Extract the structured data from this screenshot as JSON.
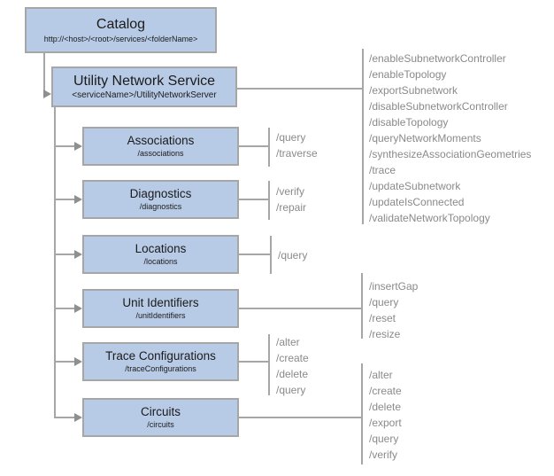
{
  "catalog": {
    "title": "Catalog",
    "subtitle": "http://<host>/<root>/services/<folderName>"
  },
  "service": {
    "title": "Utility Network Service",
    "subtitle": "<serviceName>/UtilityNetworkServer",
    "operations": [
      "/enableSubnetworkController",
      "/enableTopology",
      "/exportSubnetwork",
      "/disableSubnetworkController",
      "/disableTopology",
      "/queryNetworkMoments",
      "/synthesizeAssociationGeometries",
      "/trace",
      "/updateSubnetwork",
      "/updateIsConnected",
      "/validateNetworkTopology"
    ]
  },
  "resources": [
    {
      "title": "Associations",
      "subtitle": "/associations",
      "operations": [
        "/query",
        "/traverse"
      ]
    },
    {
      "title": "Diagnostics",
      "subtitle": "/diagnostics",
      "operations": [
        "/verify",
        "/repair"
      ]
    },
    {
      "title": "Locations",
      "subtitle": "/locations",
      "operations": [
        "/query"
      ]
    },
    {
      "title": "Unit Identifiers",
      "subtitle": "/unitIdentifiers",
      "operations": [
        "/insertGap",
        "/query",
        "/reset",
        "/resize"
      ]
    },
    {
      "title": "Trace Configurations",
      "subtitle": "/traceConfigurations",
      "operations": [
        "/alter",
        "/create",
        "/delete",
        "/query"
      ]
    },
    {
      "title": "Circuits",
      "subtitle": "/circuits",
      "operations": [
        "/alter",
        "/create",
        "/delete",
        "/export",
        "/query",
        "/verify"
      ]
    }
  ],
  "colors": {
    "box_fill": "#b8cbe6",
    "box_border": "#a6a6a6",
    "connector": "#a6a6a6",
    "arrowhead": "#8f8f8f",
    "operation_text": "#8a8a8a",
    "box_text": "#1b1b1b",
    "background": "#ffffff"
  }
}
